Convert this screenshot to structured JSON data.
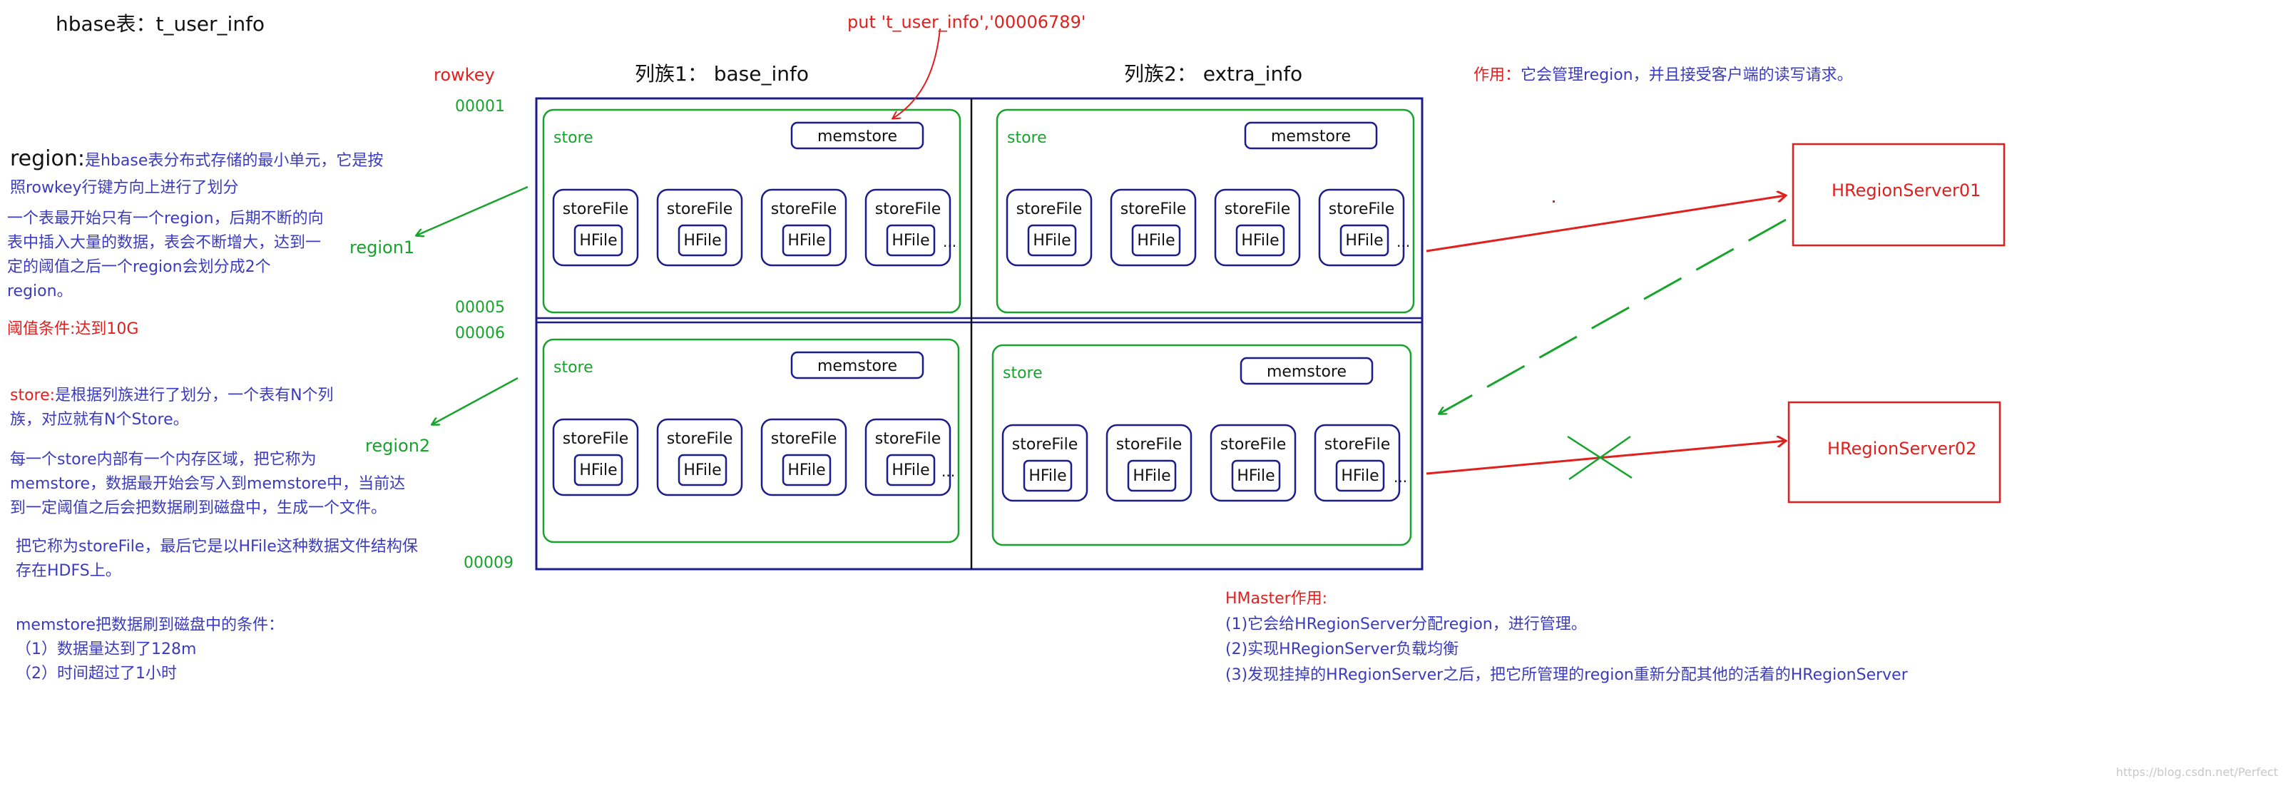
{
  "table_title": "hbase表：t_user_info",
  "put_command": "put 't_user_info','00006789'",
  "rowkey_label": "rowkey",
  "cf1_label": "列族1： base_info",
  "cf2_label": "列族2： extra_info",
  "rowkeys": [
    "00001",
    "00005",
    "00006",
    "00009"
  ],
  "region1_label": "region1",
  "region2_label": "region2",
  "store_label": "store",
  "memstore_label": "memstore",
  "storefile_label": "storeFile",
  "hfile_label": "HFile",
  "ellipsis": "...",
  "region_desc": {
    "term": "region:",
    "lines": [
      "是hbase表分布式存储的最小单元，它是按",
      "照rowkey行键方向上进行了划分"
    ]
  },
  "region_split": [
    "一个表最开始只有一个region，后期不断的向",
    "表中插入大量的数据，表会不断增大，达到一",
    "定的阈值之后一个region会划分成2个",
    "region。"
  ],
  "threshold": "阈值条件:达到10G",
  "store_desc": {
    "term": "store:",
    "lines": [
      "是根据列族进行了划分，一个表有N个列",
      "族，对应就有N个Store。"
    ]
  },
  "memstore_desc": [
    "每一个store内部有一个内存区域，把它称为",
    "memstore，数据最开始会写入到memstore中，当前达",
    "到一定阈值之后会把数据刷到磁盘中，生成一个文件。"
  ],
  "storefile_desc": [
    "把它称为storeFile，最后它是以HFile这种数据文件结构保",
    "存在HDFS上。"
  ],
  "flush_cond": {
    "title": "memstore把数据刷到磁盘中的条件：",
    "items": [
      "（1）数据量达到了128m",
      "（2）时间超过了1小时"
    ]
  },
  "role_note": {
    "prefix": "作用：",
    "text": "它会管理region，并且接受客户端的读写请求。"
  },
  "server1": "HRegionServer01",
  "server2": "HRegionServer02",
  "hmaster": {
    "title": "HMaster作用:",
    "items": [
      "(1)它会给HRegionServer分配region，进行管理。",
      "(2)实现HRegionServer负载均衡",
      "(3)发现挂掉的HRegionServer之后，把它所管理的region重新分配其他的活着的HRegionServer"
    ]
  },
  "watermark": "https://blog.csdn.net/Perfect",
  "colors": {
    "navy": "#1c1c8c",
    "blue_text": "#3b3bbf",
    "green": "#17a32c",
    "red": "#e0201e"
  }
}
